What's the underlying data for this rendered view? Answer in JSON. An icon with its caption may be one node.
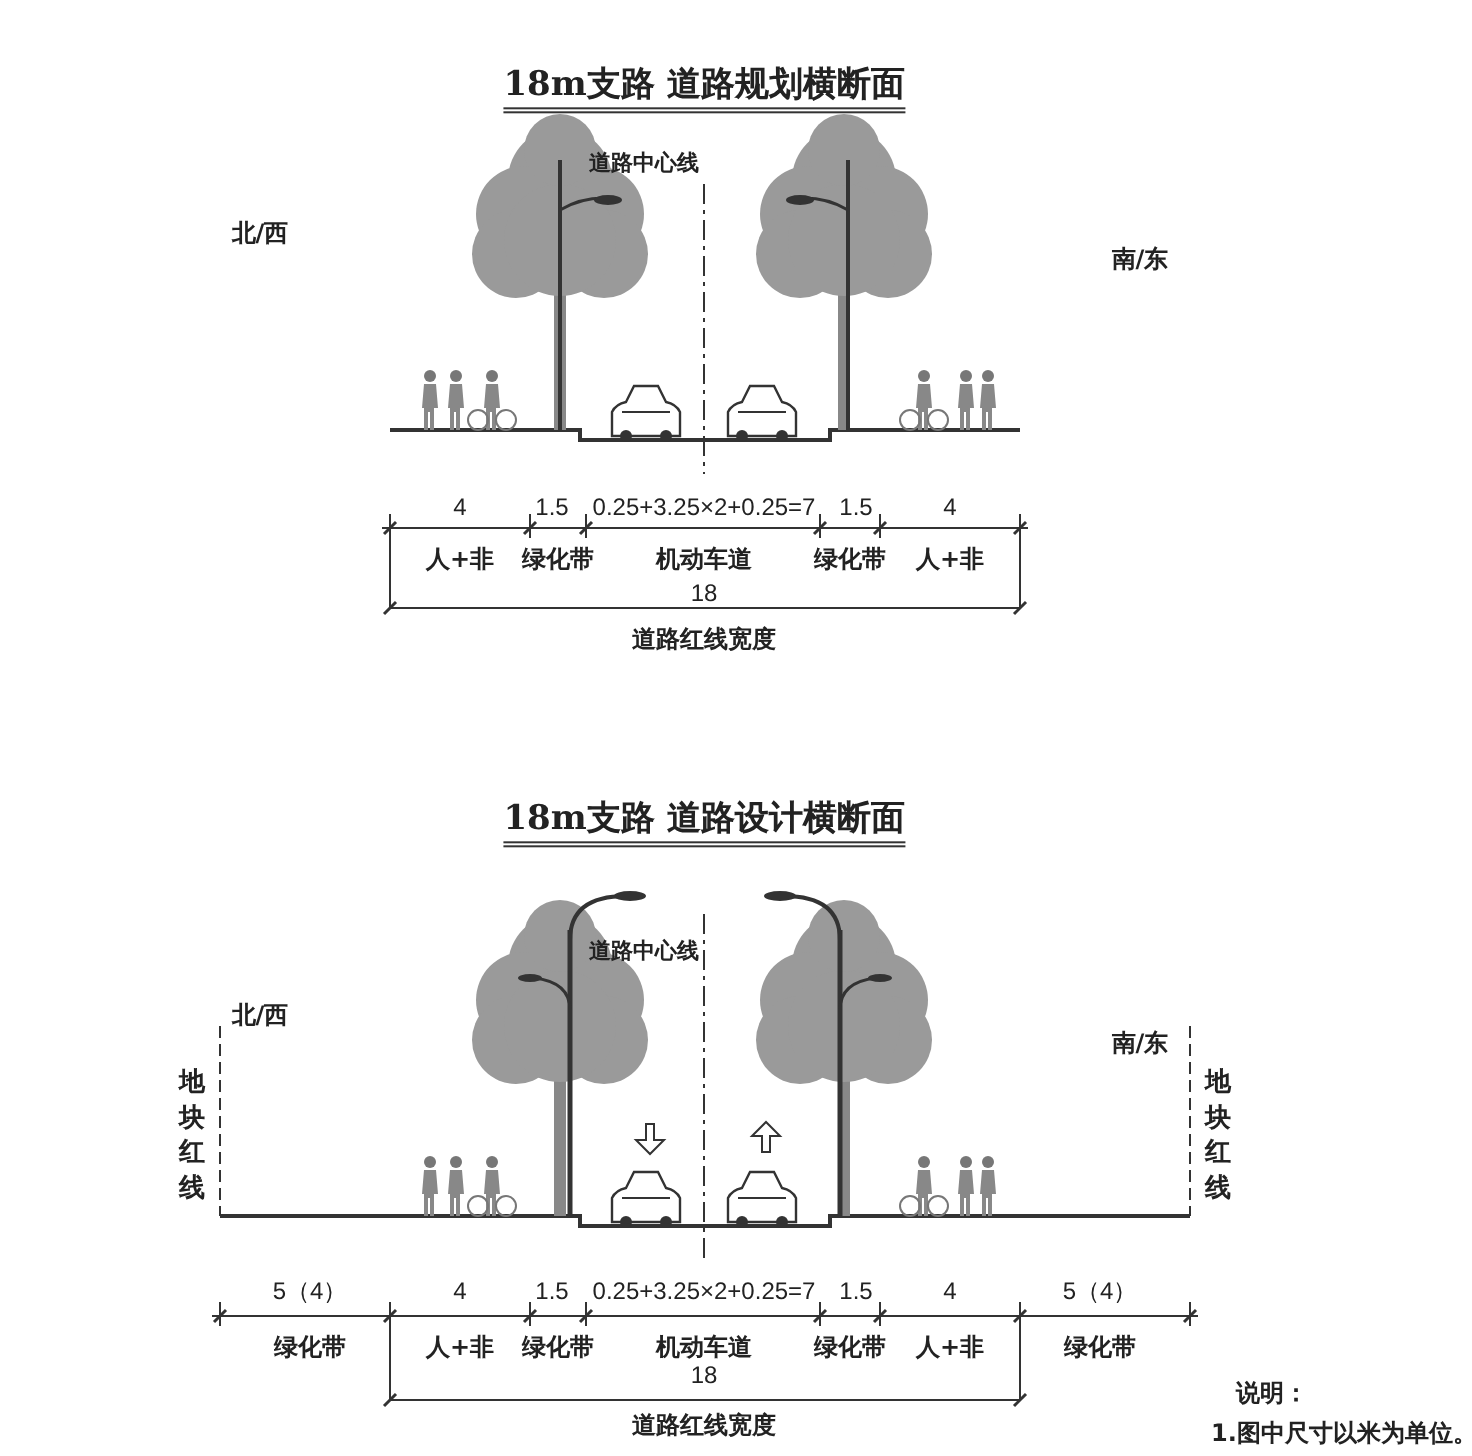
{
  "diagram": {
    "labels": [
      "18m支路 道路规划横断面",
      "道路中心线",
      "北/西",
      "南/东",
      "4",
      "1.5",
      "0.25+3.25×2+0.25=7",
      "1.5",
      "4",
      "人+非",
      "绿化带",
      "机动车道",
      "绿化带",
      "人+非",
      "18",
      "道路红线宽度",
      "18m支路 道路设计横断面",
      "道路中心线",
      "北/西",
      "南/东",
      "地块红线",
      "地块红线",
      "5（4）",
      "4",
      "1.5",
      "0.25+3.25×2+0.25=7",
      "1.5",
      "4",
      "5（4）",
      "绿化带",
      "人+非",
      "绿化带",
      "机动车道",
      "绿化带",
      "人+非",
      "绿化带",
      "18",
      "道路红线宽度",
      "说明：",
      "1.图中尺寸以米为单位。"
    ]
  }
}
